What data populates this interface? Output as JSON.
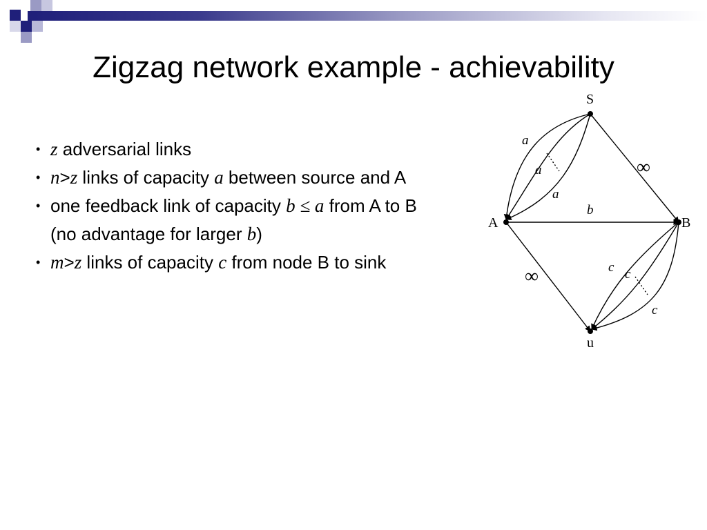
{
  "slide": {
    "title": "Zigzag network example - achievability",
    "colors": {
      "band_dark": "#1f1f7a",
      "band_light": "#9a9ac4"
    }
  },
  "bullets": [
    {
      "parts": [
        {
          "m": "z"
        },
        {
          "t": " adversarial links"
        }
      ]
    },
    {
      "parts": [
        {
          "m": "n"
        },
        {
          "t": ">"
        },
        {
          "m": "z"
        },
        {
          "t": " links of capacity "
        },
        {
          "m": "a"
        },
        {
          "t": " between source and A"
        }
      ]
    },
    {
      "parts": [
        {
          "t": "one feedback link of capacity "
        },
        {
          "m": "b ≤ a"
        },
        {
          "t": " from A  to B (no advantage for larger "
        },
        {
          "m": "b"
        },
        {
          "t": ")"
        }
      ]
    },
    {
      "parts": [
        {
          "m": "m"
        },
        {
          "t": ">"
        },
        {
          "m": "z"
        },
        {
          "t": " links of capacity "
        },
        {
          "m": "c"
        },
        {
          "t": " from node B to sink"
        }
      ]
    }
  ],
  "diagram": {
    "nodes": {
      "S": "S",
      "A": "A",
      "B": "B",
      "u": "u"
    },
    "edge_labels": {
      "a1": "a",
      "a2": "a",
      "a3": "a",
      "b": "b",
      "inf1": "∞",
      "inf2": "∞",
      "c1": "c",
      "c2": "c",
      "c3": "c"
    }
  }
}
